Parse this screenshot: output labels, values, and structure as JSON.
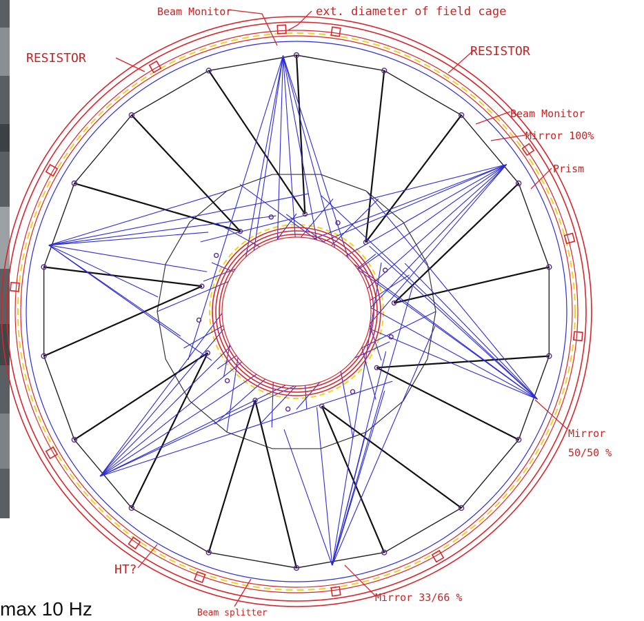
{
  "colors": {
    "outline": "#d8242a",
    "laser": "#2b2bd6",
    "spokes": "#111111",
    "dashed": "#f2d21a",
    "marker": "#5a2a8c",
    "label": "#cc2222",
    "photo": "#5a5f63"
  },
  "labels": {
    "beam_monitor_top": "Beam Monitor",
    "ext_diameter": "ext. diameter of field cage",
    "resistor_left": "RESISTOR",
    "resistor_right": "RESISTOR",
    "beam_monitor_right": "Beam Monitor",
    "mirror_100": "Mirror 100%",
    "prism": "Prism",
    "mirror_5050_line1": "Mirror",
    "mirror_5050_line2": "50/50 %",
    "mirror_3366": "Mirror 33/66 %",
    "ht": "HT?",
    "beam_splitter": "Beam splitter"
  },
  "footer_text": "max 10 Hz"
}
